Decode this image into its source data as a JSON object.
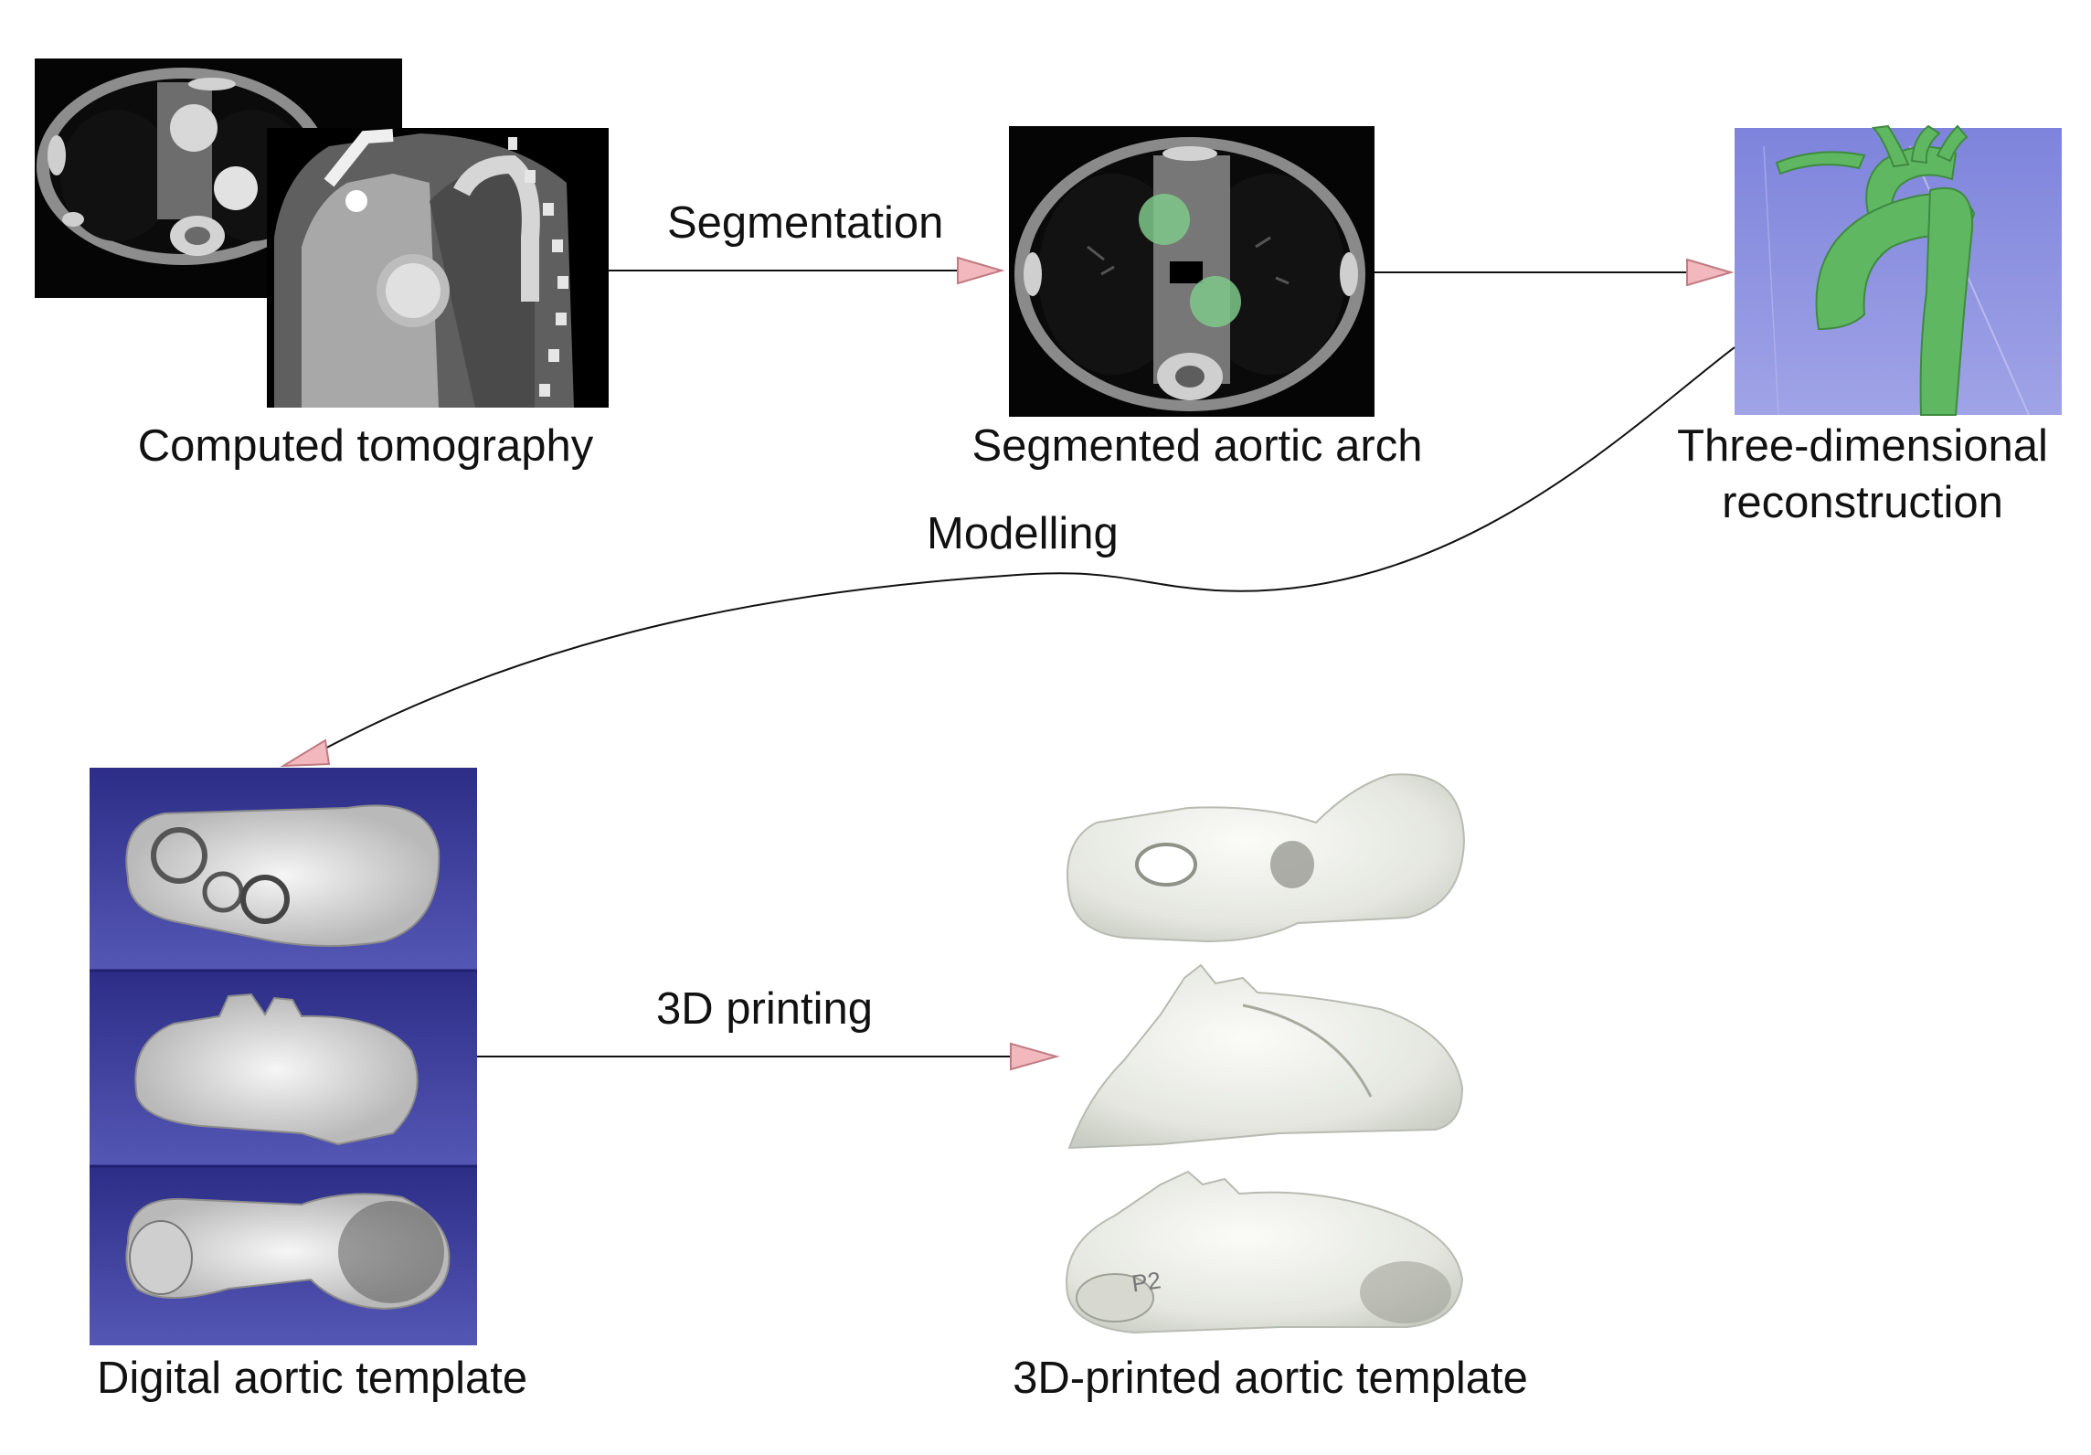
{
  "figure": {
    "steps": [
      {
        "id": "ct",
        "label": "Computed tomography"
      },
      {
        "id": "segmented",
        "label": "Segmented aortic arch"
      },
      {
        "id": "reconstruction",
        "label_line1": "Three-dimensional",
        "label_line2": "reconstruction"
      },
      {
        "id": "digital",
        "label": "Digital aortic template"
      },
      {
        "id": "printed",
        "label": "3D-printed aortic template"
      }
    ],
    "arrows": [
      {
        "id": "segmentation",
        "label": "Segmentation"
      },
      {
        "id": "reconstruct",
        "label": ""
      },
      {
        "id": "modelling",
        "label": "Modelling"
      },
      {
        "id": "printing",
        "label": "3D printing"
      }
    ],
    "printed_model_inscription": "P2",
    "colors": {
      "segmentation_highlight": "#7fc88a",
      "reconstruction_model": "#5fb861",
      "viewer_background": "#8a8fe0",
      "template_panel_background": "#3d3f9a",
      "arrowhead_fill": "#f2b8bd",
      "arrowhead_stroke": "#c07a82"
    }
  }
}
